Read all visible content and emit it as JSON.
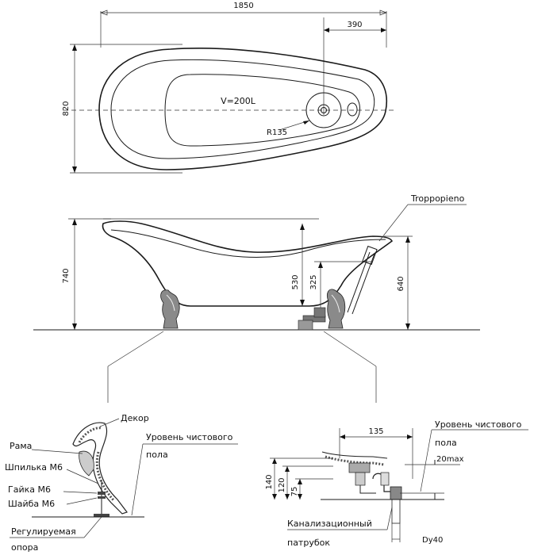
{
  "top_view": {
    "length": "1850",
    "offset": "390",
    "width": "820",
    "volume": "V=200L",
    "radius": "R135"
  },
  "side_view": {
    "overflow_label": "Troppopieno",
    "total_height": "740",
    "inner_depth": "530",
    "drain_height": "325",
    "rim_height": "640"
  },
  "leg_detail": {
    "decor": "Декор",
    "frame": "Рама",
    "stud": "Шпилька М6",
    "nut": "Гайка М6",
    "washer": "Шайба М6",
    "floor_level_line1": "Уровень чистового",
    "floor_level_line2": "пола",
    "support_line1": "Регулируемая",
    "support_line2": "опора"
  },
  "drain_detail": {
    "width": "135",
    "floor_level_line1": "Уровень чистового",
    "floor_level_line2": "пола",
    "max_offset": "20max",
    "h140": "140",
    "h120": "120",
    "h75": "75",
    "sewer_line1": "Канализационный",
    "sewer_line2": "патрубок",
    "pipe": "Dy40"
  }
}
